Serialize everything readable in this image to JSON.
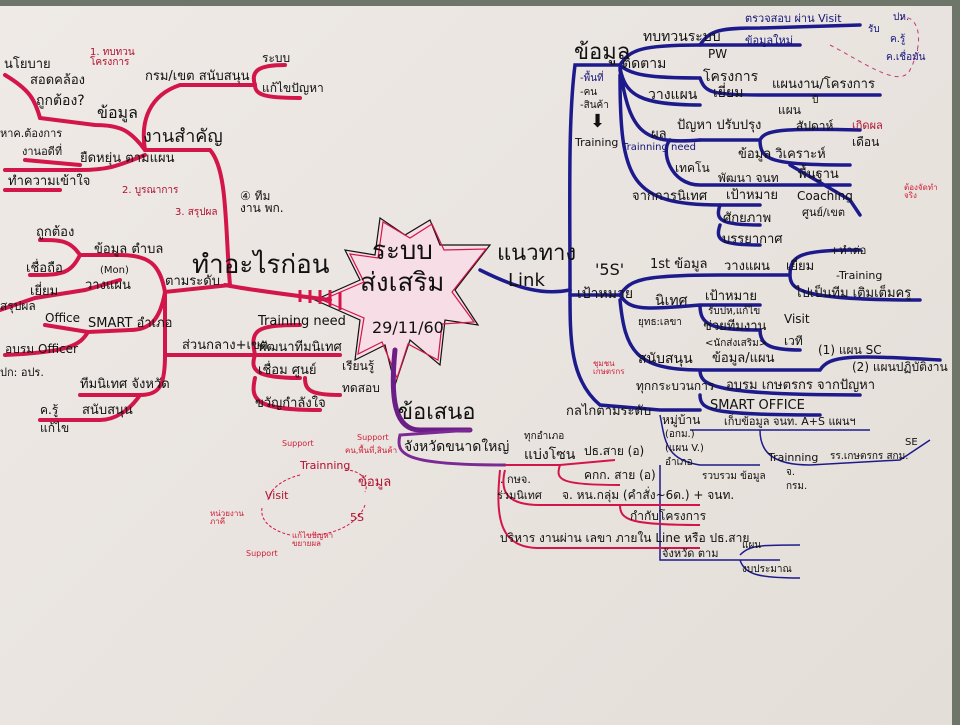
{
  "center": {
    "line1": "ระบบ",
    "line2": "ส่งเสริม",
    "date": "29/11/60"
  },
  "left": {
    "title": "ทำอะไรก่อน",
    "important_work": "งานสำคัญ",
    "info": "ข้อมูล",
    "correct_q": "ถูกต้อง?",
    "policy": "นโยบาย",
    "consistent": "สอดคล้อง",
    "dept_support": "กรม/เขต สนับสนุน",
    "system": "ระบบ",
    "fix_problem": "แก้ไขปัญหา",
    "needs": "หาค.ต้องการ",
    "other_work": "งานอดีที่",
    "flexible": "ยืดหยุ่น ตามแผน",
    "understand": "ทำความเข้าใจ",
    "burst1": "1. ทบทวนโครงการ",
    "burst2": "2. บูรณาการ",
    "burst3": "3. สรุปผล",
    "burst4": "④ ทีมงาน พก.",
    "correct": "ถูกต้อง",
    "subdistrict_info": "ข้อมูล ตำบล",
    "reliable": "เชื่อถือ",
    "mon": "(Mon)",
    "plan": "วางแผน",
    "visit": "เยี่ยม",
    "summary": "สรุปผล",
    "by_level": "ตามระดับ",
    "office": "Office",
    "smart_district": "SMART อำเภอ",
    "train_officer": "อบรม Officer",
    "apr": "ปก: อปร.",
    "central_region": "ส่วนกลาง+เขต",
    "training_need": "Training need",
    "develop_team": "พัฒนาทีมนิเทศ",
    "link_center": "เชื่อม ศูนย์",
    "learn": "เรียนรู้",
    "test": "ทดสอบ",
    "morale": "ขวัญกำลังใจ",
    "province_team": "ทีมนิเทศ จังหวัด",
    "teacher": "ค.รู้",
    "support": "สนับสนุน",
    "fix": "แก้ไข"
  },
  "right": {
    "title": "แนวทาง",
    "link": "Link",
    "info": "ข้อมูล",
    "area": "-พื้นที่",
    "people": "-คน",
    "product": "-สินค้า",
    "training": "Training",
    "review_system": "ทบทวนระบบ",
    "check_visit": "ตรวจสอบ ผ่าน Visit",
    "new_info": "ข้อมูลใหม่",
    "receive": "รับ",
    "problem": "ปห.",
    "know": "ค.รู้",
    "confidence": "ค.เชื่อมั่น",
    "follow": "ติดตาม",
    "pw": "PW",
    "project": "โครงการ",
    "planning": "วางแผน",
    "visit": "เยี่ยม",
    "plan_project": "แผนงาน/โครงการ",
    "result": "ผล",
    "issue_improve": "ปัญหา ปรับปรุง",
    "plan": "แผน",
    "year": "ปี",
    "week": "สัปดาห์",
    "outcome": "เกิดผล",
    "month": "เดือน",
    "training_need": "Trainning need",
    "info_analyze": "ข้อมูล วิเคราะห์",
    "techno": "เทคโน",
    "develop_staff": "พัฒนา จนท",
    "basic": "พื้นฐาน",
    "coaching": "Coaching",
    "center_region": "ศูนย์/เขต",
    "from_supervision": "จากการนิเทศ",
    "target": "เป้าหมาย",
    "potential": "ศักยภาพ",
    "atmosphere": "บรรยากาศ",
    "must_do": "ต้องจัดทำจริง",
    "s5": "'5S'",
    "goal": "เป้าหมาย",
    "first_info": "1st ข้อมูล",
    "plan2": "วางแผน",
    "visit2": "เยี่ยม",
    "continue": "+ทำต่อ",
    "training2": "-Training",
    "as_team": "ไปเป็นทีม เติมเต็มครู",
    "supervise": "นิเทศ",
    "target2": "เป้าหมาย",
    "strategy": "ยุทธ:เลขา",
    "receive_fix": "รับปห,แก้ไข",
    "help_team": "ช่วยทีมงาน",
    "visit3": "Visit",
    "promoter": "<นักส่งเสริม>",
    "forum": "เวที",
    "support": "สนับสนุน",
    "info_plan": "ข้อมูล/แผน",
    "sc_plan": "(1) แผน SC",
    "op_plan": "(2) แผนปฏิบัติงาน",
    "community": "ชุมชน เกษตรกร",
    "all_process": "ทุกกระบวนการ",
    "train_farmer": "อบรม เกษตรกร จากปัญหา",
    "smart_office": "SMART OFFICE",
    "mechanism": "กลไกตามระดับ",
    "village": "หมู่บ้าน",
    "akm": "(อกม.)",
    "plan_v": "(แผน V.)",
    "district": "อำเภอ",
    "collect": "เก็บข้อมูล จนท. A+S แผนฯ",
    "training3": "Trainning",
    "farmer_school": "รร.เกษตรกร สกม.",
    "se": "SE",
    "gather": "รวบรวม ข้อมูล",
    "province_abbr": "จ.",
    "dept": "กรม.",
    "province_follow": "จังหวัด ตาม",
    "plan3": "แผน",
    "budget": "งบประมาณ"
  },
  "bottom": {
    "title": "ข้อเสนอ",
    "big_province": "จังหวัดขนาดใหญ่",
    "all_district": "ทุกอำเภอ",
    "zone": "แบ่งโซน",
    "chair": "ปธ.สาย (อ)",
    "committee": "คกก. สาย (อ)",
    "ksj": ". กษจ.",
    "co_supervise": "ร่วมนิเทศ",
    "group_head": "จ. หน.กลุ่ม (คำสั่ง~6ด.) + จนท.",
    "oversee": "กำกับโครงการ",
    "manage": "บริหาร งานผ่าน เลขา ภายใน Line หรือ ปธ.สาย"
  },
  "cycle": {
    "support1": "Support",
    "support2": "Support",
    "support_detail": "คน,พื้นที่,สินค้า",
    "training": "Trainning",
    "info": "ข้อมูล",
    "visit": "Visit",
    "s5": "5S",
    "partners": "หน่วยงานภาคี",
    "support3": "Support",
    "fix_expand": "แก้ไขปัญหา ขยายผล"
  },
  "colors": {
    "pink": "#d3164a",
    "blue": "#1d1b8c",
    "purple": "#6b1e87",
    "paper": "#ece7e3"
  }
}
